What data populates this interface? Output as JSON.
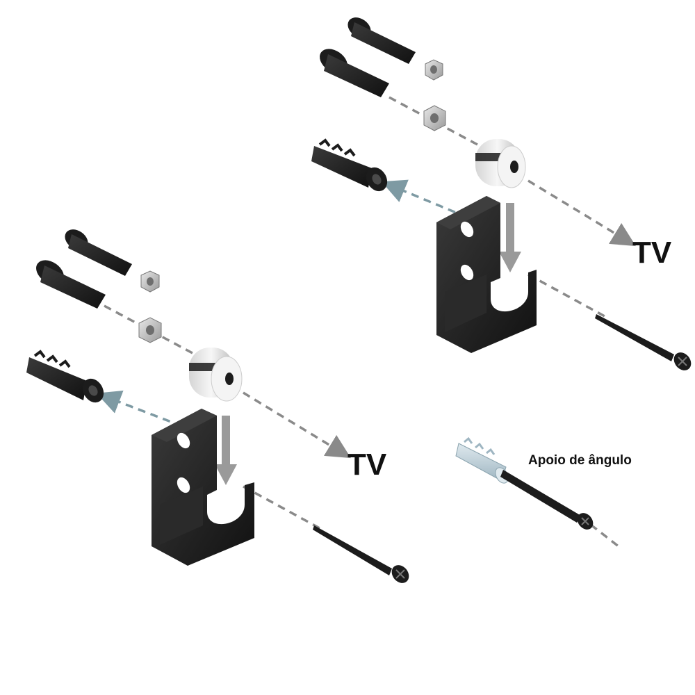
{
  "labels": {
    "tv_top": "TV",
    "tv_bottom": "TV",
    "corner_support": "Apoio de ângulo"
  },
  "colors": {
    "part_black": "#1c1c1c",
    "guide_line": "#8a8a8a",
    "guide_line_wall": "#7e9aa3",
    "nut_metal": "#c8c8c8",
    "anchor_light": "#b9ccd6"
  },
  "icons": [
    "bolt-icon",
    "nut-icon",
    "wall-anchor-icon",
    "spacer-icon",
    "bracket-icon",
    "screw-icon",
    "arrow-icon"
  ]
}
